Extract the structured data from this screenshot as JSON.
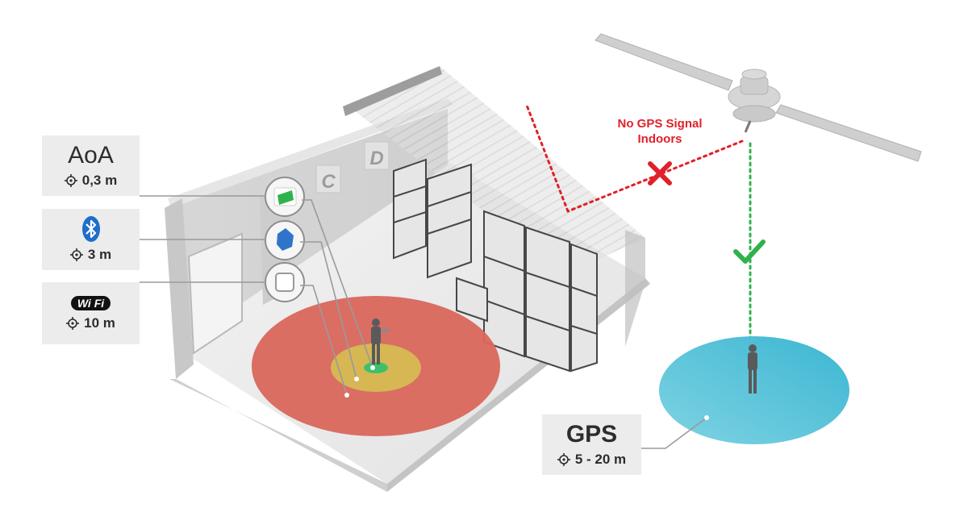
{
  "methods": [
    {
      "title": "AoA",
      "accuracy": "0,3 m",
      "icon": "aoa-antenna-icon"
    },
    {
      "title": "",
      "accuracy": "3 m",
      "icon": "bluetooth-icon"
    },
    {
      "title": "",
      "accuracy": "10 m",
      "icon": "wifi-icon",
      "logo_text": "Wi Fi"
    }
  ],
  "gps": {
    "title": "GPS",
    "accuracy": "5 - 20 m"
  },
  "warning": {
    "line1": "No GPS Signal",
    "line2": "Indoors"
  },
  "wall_letters": [
    "C",
    "D"
  ],
  "colors": {
    "red_zone": "#d9675c",
    "yellow_zone": "#d6b753",
    "green_zone": "#3cc16a",
    "gps_zone": "#4bbfd6",
    "no_signal": "#e0202a",
    "signal_ok": "#2fb24b",
    "panel_bg": "#ececec"
  }
}
